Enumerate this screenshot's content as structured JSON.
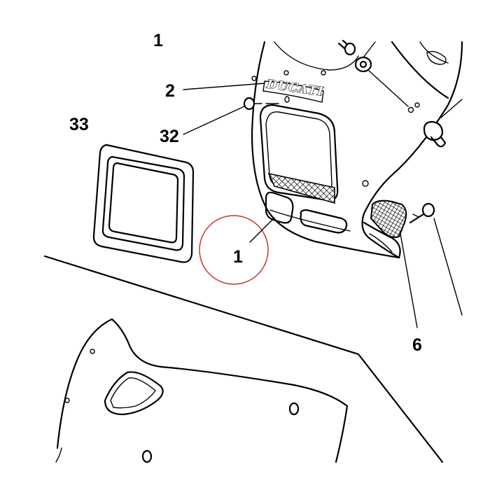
{
  "diagram": {
    "brand_text": "DUCATI",
    "partial_label_top": "1",
    "callouts": [
      {
        "id": "33",
        "label": "33"
      },
      {
        "id": "2",
        "label": "2"
      },
      {
        "id": "32",
        "label": "32"
      },
      {
        "id": "1",
        "label": "1"
      },
      {
        "id": "6",
        "label": "6"
      }
    ],
    "colors": {
      "line": "#000000",
      "background": "#ffffff",
      "highlight_circle": "#c0392b",
      "mesh": "#000000"
    }
  }
}
